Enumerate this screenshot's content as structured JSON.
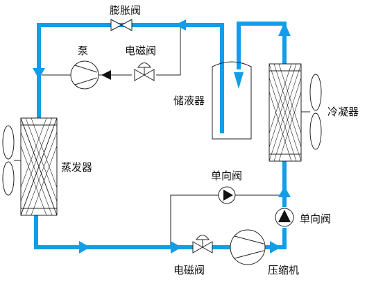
{
  "labels": {
    "expansion_valve": "膨胀阀",
    "pump": "泵",
    "solenoid_valve_top": "电磁阀",
    "receiver": "储液器",
    "condenser": "冷凝器",
    "evaporator": "蒸发器",
    "check_valve_upper": "单向阀",
    "check_valve_right": "单向阀",
    "solenoid_valve_bottom": "电磁阀",
    "compressor": "压缩机"
  },
  "colors": {
    "pipe": "#109ee8",
    "line": "#222222",
    "text": "#111111"
  }
}
